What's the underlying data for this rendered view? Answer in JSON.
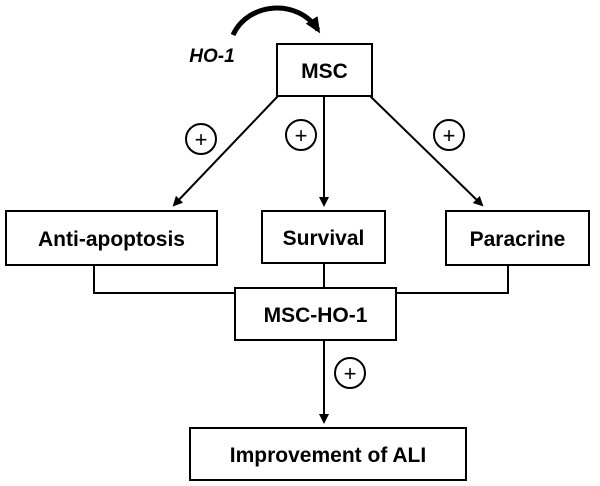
{
  "nodes": {
    "msc": "MSC",
    "ho1_label": "HO-1",
    "anti_apoptosis": "Anti-apoptosis",
    "survival": "Survival",
    "paracrine": "Paracrine",
    "msc_ho1": "MSC-HO-1",
    "improvement": "Improvement of ALI"
  },
  "signs": {
    "left": "+",
    "middle": "+",
    "right": "+",
    "bottom": "+"
  }
}
